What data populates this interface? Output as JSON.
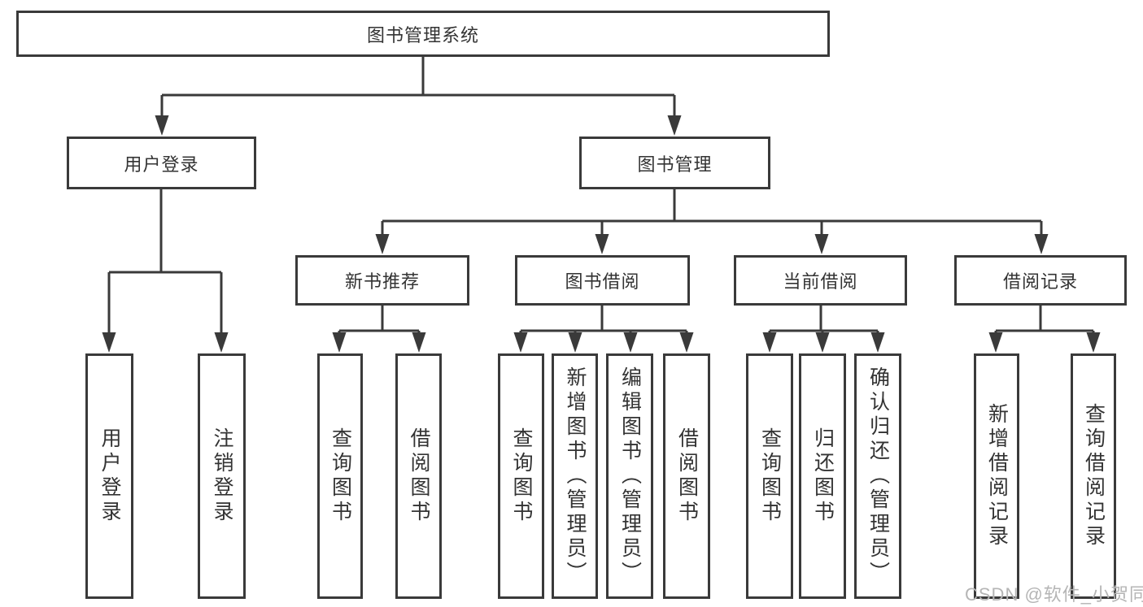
{
  "tree": {
    "root": {
      "label": "图书管理系统",
      "children": [
        {
          "label": "用户登录",
          "children": [
            {
              "label": "用户登录"
            },
            {
              "label": "注销登录"
            }
          ]
        },
        {
          "label": "图书管理",
          "children": [
            {
              "label": "新书推荐",
              "children": [
                {
                  "label": "查询图书"
                },
                {
                  "label": "借阅图书"
                }
              ]
            },
            {
              "label": "图书借阅",
              "children": [
                {
                  "label": "查询图书"
                },
                {
                  "label": "新增图书（管理员）"
                },
                {
                  "label": "编辑图书（管理员）"
                },
                {
                  "label": "借阅图书"
                }
              ]
            },
            {
              "label": "当前借阅",
              "children": [
                {
                  "label": "查询图书"
                },
                {
                  "label": "归还图书"
                },
                {
                  "label": "确认归还（管理员）"
                }
              ]
            },
            {
              "label": "借阅记录",
              "children": [
                {
                  "label": "新增借阅记录"
                },
                {
                  "label": "查询借阅记录"
                }
              ]
            }
          ]
        }
      ]
    }
  },
  "watermark": {
    "text": "CSDN @软件_小贺同学"
  },
  "colors": {
    "line": "#3a3a3a",
    "text": "#333333",
    "watermark": "#b5b5b5",
    "background": "#ffffff"
  }
}
